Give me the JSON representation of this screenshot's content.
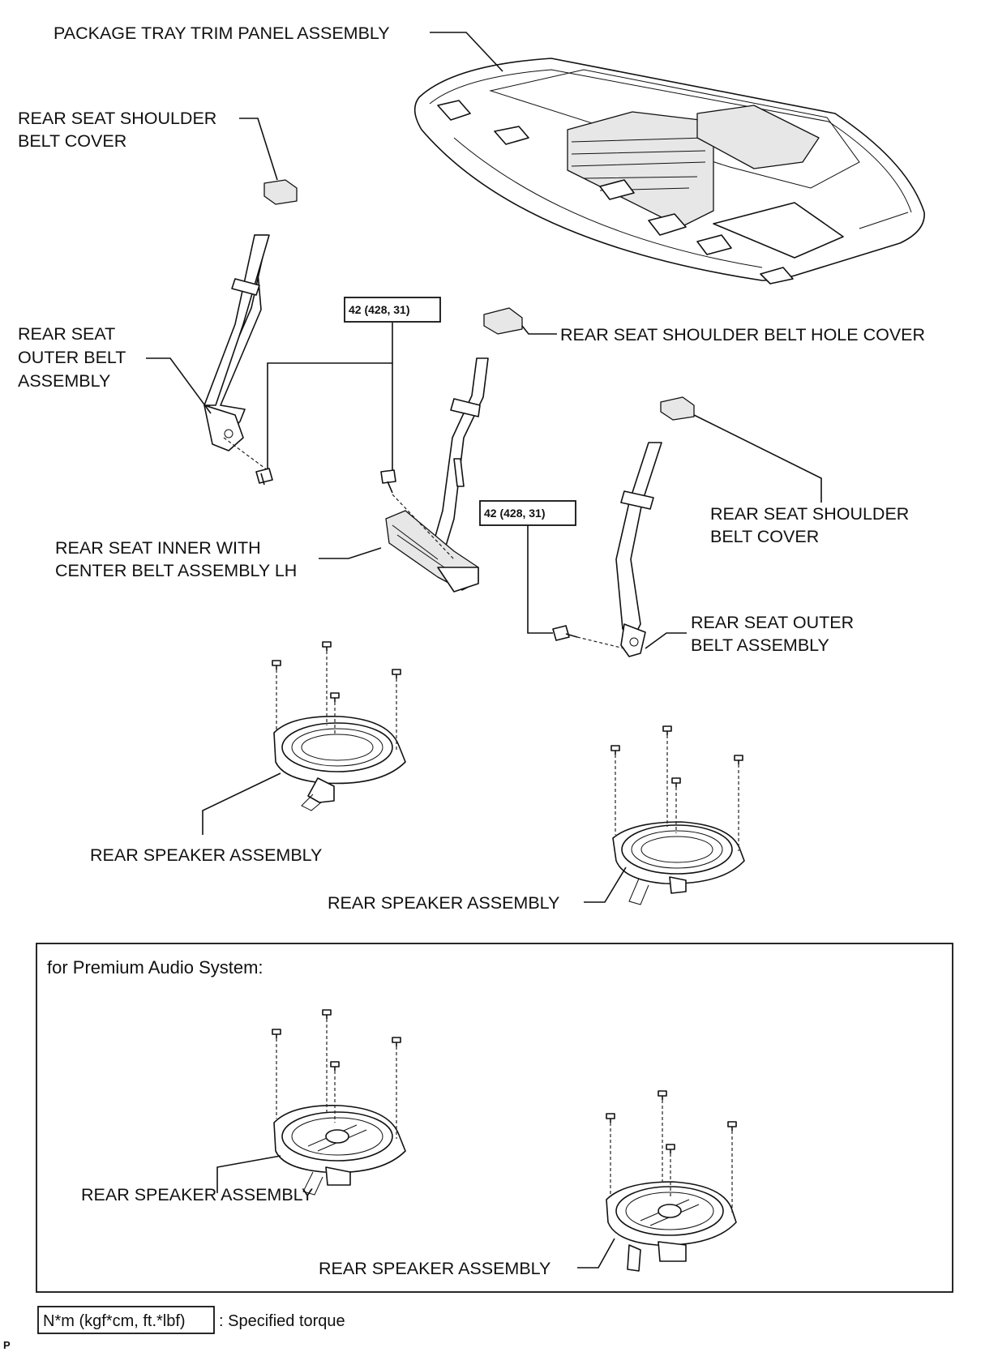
{
  "labels": {
    "package_tray": "PACKAGE TRAY TRIM PANEL ASSEMBLY",
    "shoulder_cover_left_1": "REAR SEAT SHOULDER",
    "shoulder_cover_left_2": "BELT COVER",
    "outer_belt_left_1": "REAR SEAT",
    "outer_belt_left_2": "OUTER BELT",
    "outer_belt_left_3": "ASSEMBLY",
    "hole_cover": "REAR SEAT SHOULDER BELT HOLE COVER",
    "inner_belt_1": "REAR SEAT INNER WITH",
    "inner_belt_2": "CENTER BELT ASSEMBLY LH",
    "shoulder_cover_right_1": "REAR SEAT SHOULDER",
    "shoulder_cover_right_2": "BELT COVER",
    "outer_belt_right_1": "REAR SEAT OUTER",
    "outer_belt_right_2": "BELT ASSEMBLY",
    "speaker_1": "REAR SPEAKER ASSEMBLY",
    "speaker_2": "REAR SPEAKER ASSEMBLY",
    "speaker_3": "REAR SPEAKER ASSEMBLY",
    "speaker_4": "REAR SPEAKER ASSEMBLY"
  },
  "torque": {
    "value_1": "42 (428, 31)",
    "value_2": "42 (428, 31)"
  },
  "premium": {
    "title": "for Premium Audio System:"
  },
  "legend": {
    "box_text": "N*m (kgf*cm, ft.*lbf)",
    "description": ": Specified torque"
  },
  "corner_mark": "P"
}
